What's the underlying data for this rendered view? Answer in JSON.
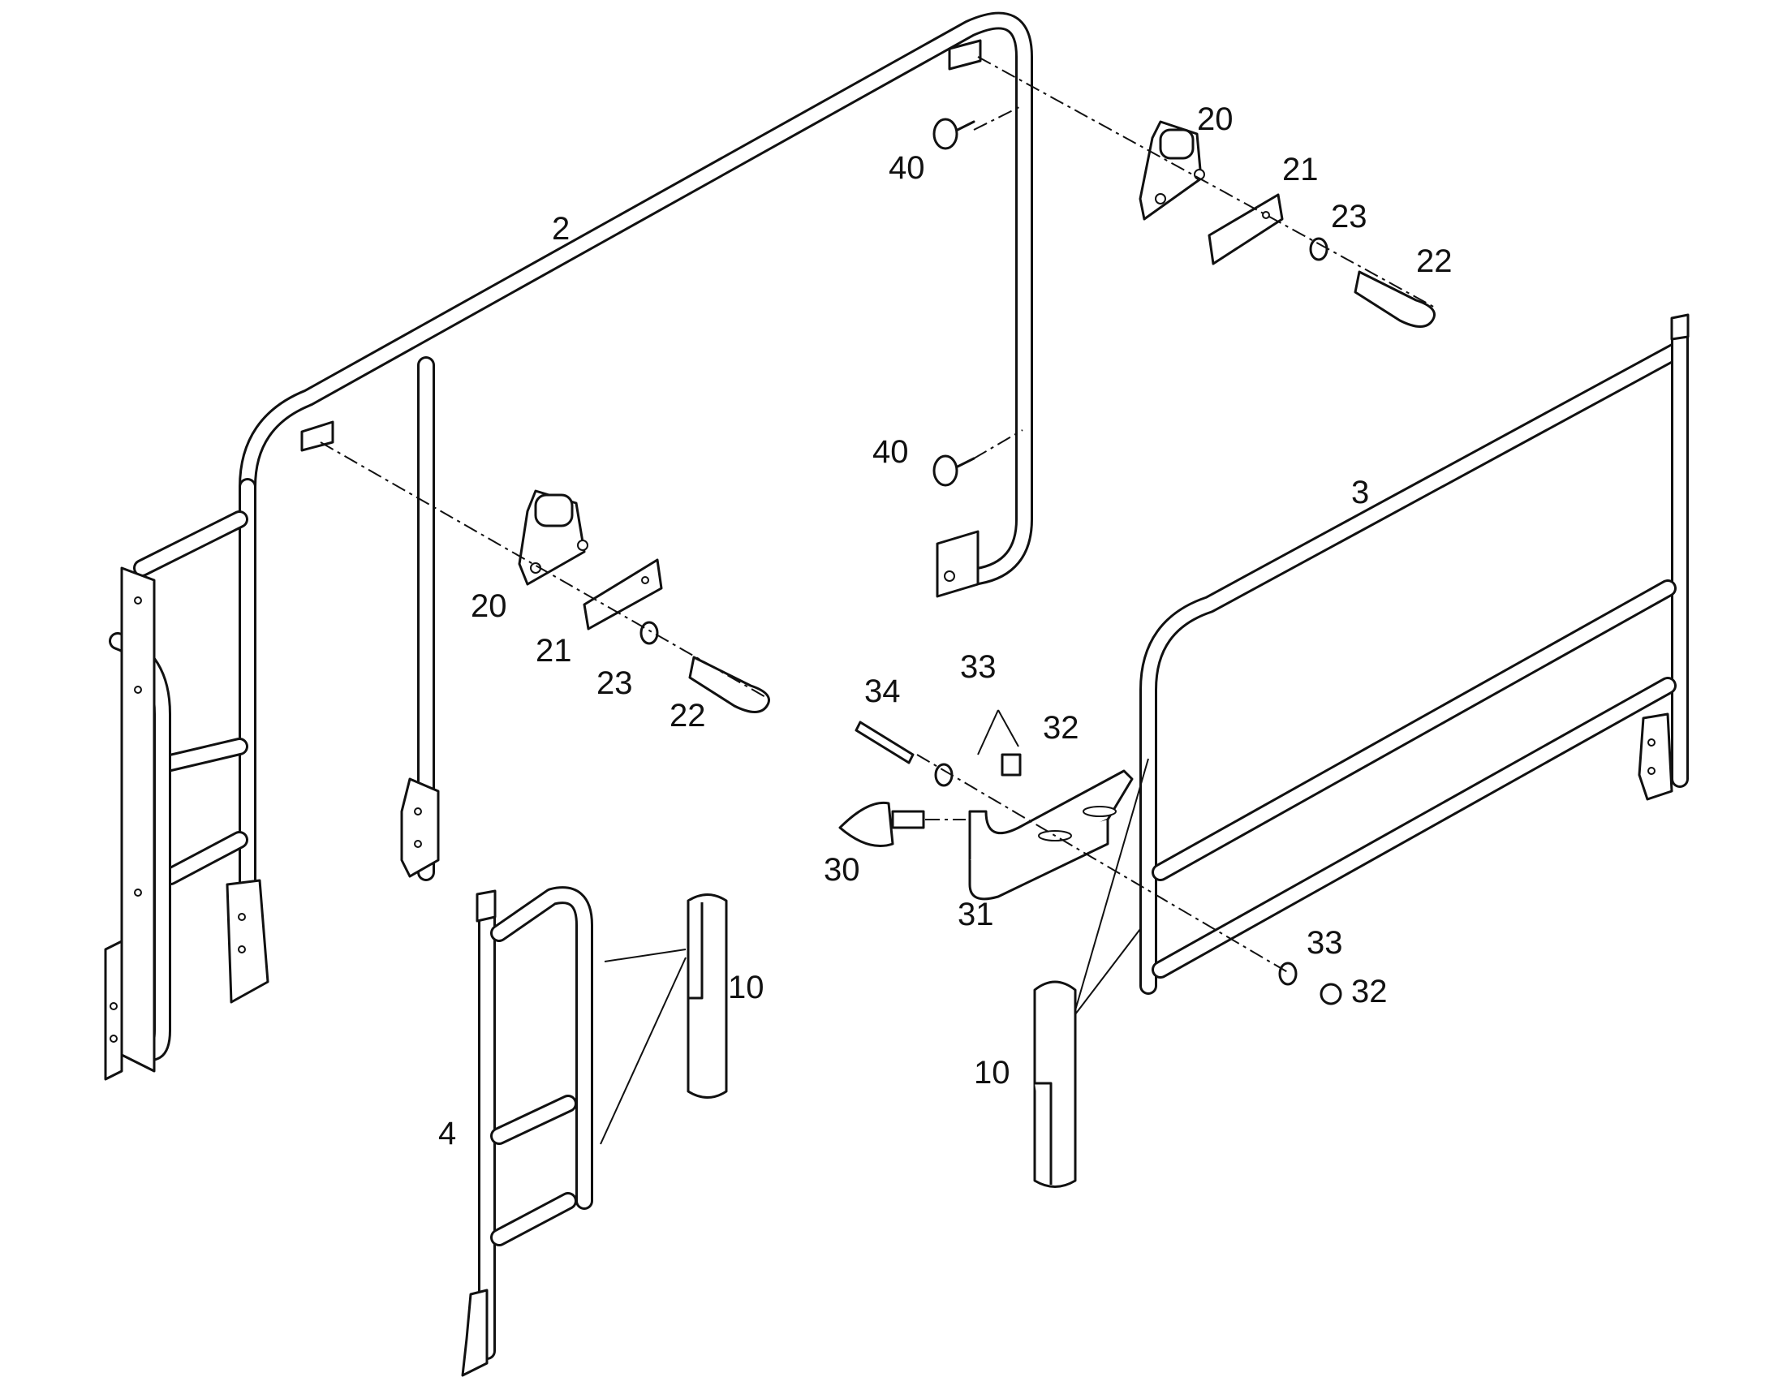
{
  "diagram": {
    "labels": [
      {
        "id": "p2",
        "text": "2"
      },
      {
        "id": "p3",
        "text": "3"
      },
      {
        "id": "p4",
        "text": "4"
      },
      {
        "id": "p10a",
        "text": "10"
      },
      {
        "id": "p10b",
        "text": "10"
      },
      {
        "id": "p20a",
        "text": "20"
      },
      {
        "id": "p20b",
        "text": "20"
      },
      {
        "id": "p21a",
        "text": "21"
      },
      {
        "id": "p21b",
        "text": "21"
      },
      {
        "id": "p22a",
        "text": "22"
      },
      {
        "id": "p22b",
        "text": "22"
      },
      {
        "id": "p23a",
        "text": "23"
      },
      {
        "id": "p23b",
        "text": "23"
      },
      {
        "id": "p30",
        "text": "30"
      },
      {
        "id": "p31",
        "text": "31"
      },
      {
        "id": "p32a",
        "text": "32"
      },
      {
        "id": "p32b",
        "text": "32"
      },
      {
        "id": "p33a",
        "text": "33"
      },
      {
        "id": "p33b",
        "text": "33"
      },
      {
        "id": "p34",
        "text": "34"
      },
      {
        "id": "p40a",
        "text": "40"
      },
      {
        "id": "p40b",
        "text": "40"
      }
    ]
  }
}
